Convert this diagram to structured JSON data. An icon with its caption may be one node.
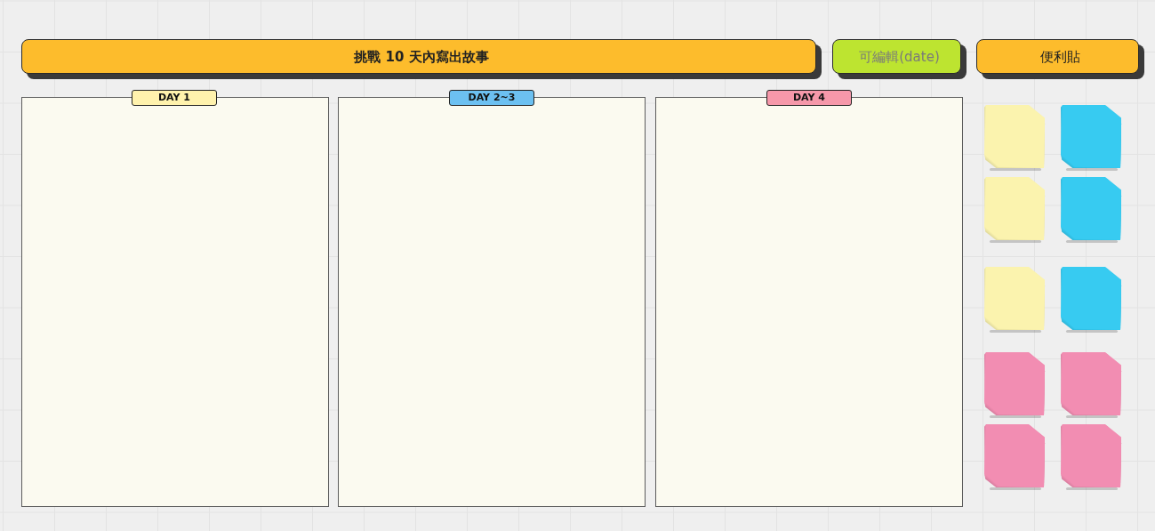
{
  "diagram": {
    "nodes": [
      {
        "text": [
          "挑戰 10 天內寫出故事"
        ]
      },
      {
        "text": [
          "可編輯(date)"
        ]
      },
      {
        "text": [
          "便利貼"
        ]
      },
      {
        "text": [
          "DAY 1"
        ]
      },
      {
        "text": [
          "DAY 2~3"
        ]
      },
      {
        "text": [
          "DAY 4"
        ]
      },
      {
        "text": [],
        "shape": "box"
      },
      {
        "text": [],
        "shape": "box"
      },
      {
        "text": [],
        "shape": "box"
      },
      {
        "text": [],
        "shape": "box"
      },
      {
        "text": [],
        "shape": "box"
      },
      {
        "text": [],
        "shape": "box"
      },
      {
        "text": [],
        "shape": "box"
      },
      {
        "text": [],
        "shape": "box"
      },
      {
        "text": [],
        "shape": "box"
      },
      {
        "text": [],
        "shape": "box"
      }
    ]
  }
}
